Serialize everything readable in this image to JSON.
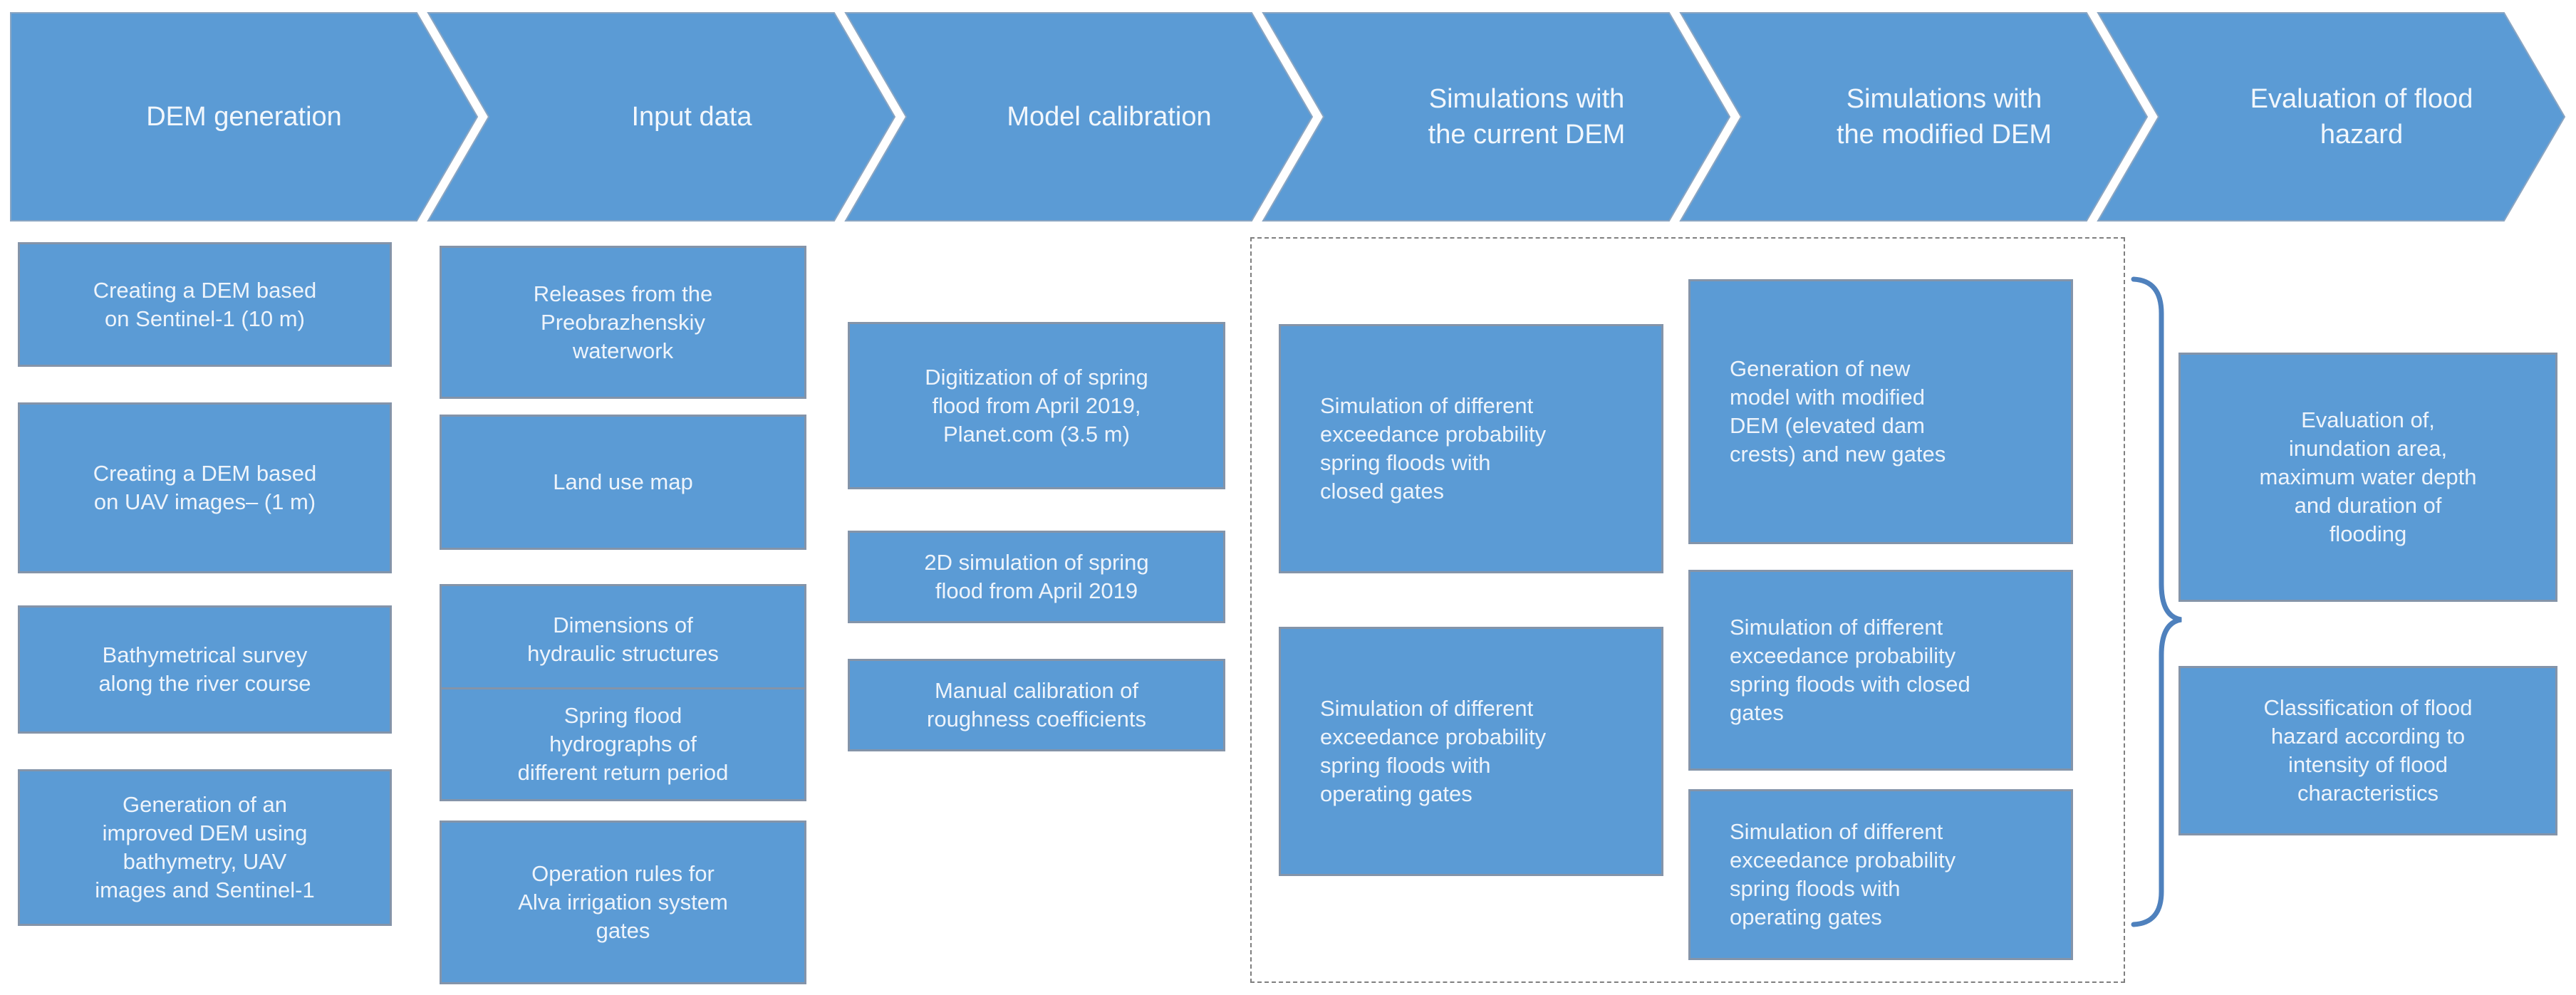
{
  "diagram": {
    "type": "process-flowchart",
    "accent_color": "#5b9bd5",
    "box_border_color": "#8494a9",
    "dashed_group_color": "#7f7f7f",
    "brace_color": "#4f81bd",
    "stages": [
      {
        "label": "DEM generation"
      },
      {
        "label": "Input data"
      },
      {
        "label": "Model calibration"
      },
      {
        "label": "Simulations with\nthe current DEM"
      },
      {
        "label": "Simulations with\nthe modified DEM"
      },
      {
        "label": "Evaluation of flood\nhazard"
      }
    ],
    "columns": [
      {
        "stage": "DEM generation",
        "boxes": [
          "Creating a DEM based\non Sentinel-1 (10 m)",
          "Creating a DEM based\non UAV images– (1 m)",
          "Bathymetrical survey\nalong the river course",
          "Generation of an\nimproved DEM using\nbathymetry, UAV\nimages and Sentinel-1"
        ]
      },
      {
        "stage": "Input data",
        "boxes": [
          "Releases from the\nPreobrazhenskiy\nwaterwork",
          "Land use map",
          "Dimensions of\nhydraulic structures",
          "Spring flood\nhydrographs of\ndifferent return period",
          "Operation rules  for\nAlva irrigation system\ngates"
        ]
      },
      {
        "stage": "Model calibration",
        "boxes": [
          "Digitization of of spring\nflood from April 2019,\nPlanet.com (3.5 m)",
          "2D simulation of spring\nflood from April 2019",
          "Manual calibration of\nroughness coefficients"
        ]
      },
      {
        "stage": "Simulations with the current DEM",
        "boxes": [
          "Simulation of different\nexceedance probability\nspring floods with\nclosed gates",
          "Simulation of different\nexceedance probability\nspring floods with\noperating gates"
        ]
      },
      {
        "stage": "Simulations with the modified DEM",
        "boxes": [
          "Generation of new\nmodel with modified\nDEM (elevated dam\ncrests) and new gates",
          "Simulation of different\nexceedance probability\nspring floods with closed\ngates",
          "Simulation of different\nexceedance probability\nspring floods with\noperating gates"
        ]
      },
      {
        "stage": "Evaluation of flood hazard",
        "boxes": [
          "Evaluation of,\ninundation area,\nmaximum water depth\nand duration of\nflooding",
          "Classification of flood\nhazard according to\nintensity of flood\ncharacteristics"
        ]
      }
    ]
  }
}
